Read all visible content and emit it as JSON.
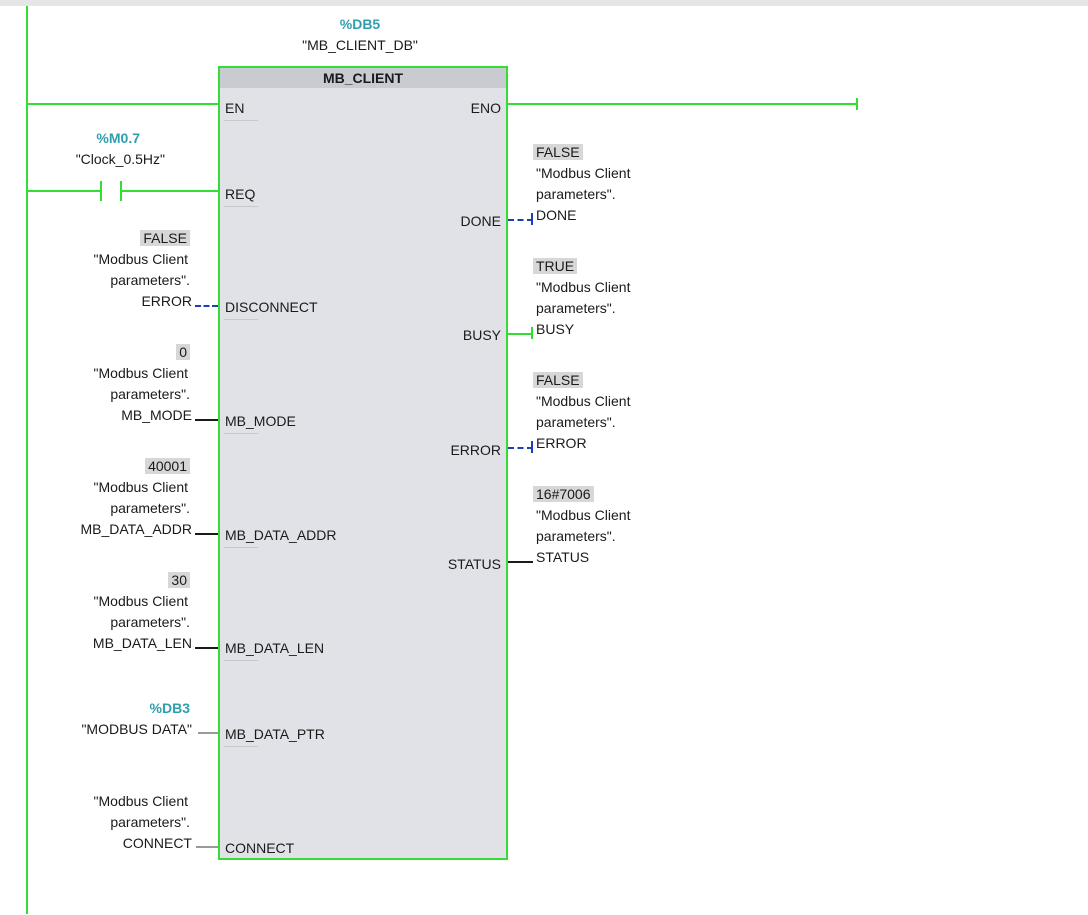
{
  "instance": {
    "db_address": "%DB5",
    "db_name": "\"MB_CLIENT_DB\""
  },
  "block": {
    "title": "MB_CLIENT",
    "inputs": {
      "en": "EN",
      "req": "REQ",
      "disconnect": "DISCONNECT",
      "mb_mode": "MB_MODE",
      "mb_data_addr": "MB_DATA_ADDR",
      "mb_data_len": "MB_DATA_LEN",
      "mb_data_ptr": "MB_DATA_PTR",
      "connect": "CONNECT"
    },
    "outputs": {
      "eno": "ENO",
      "done": "DONE",
      "busy": "BUSY",
      "error": "ERROR",
      "status": "STATUS"
    }
  },
  "req_contact": {
    "address": "%M0.7",
    "name": "\"Clock_0.5Hz\""
  },
  "input_operands": {
    "disconnect": {
      "value": "FALSE",
      "line1": "\"Modbus Client",
      "line2": "parameters\".",
      "line3": "ERROR"
    },
    "mb_mode": {
      "value": "0",
      "line1": "\"Modbus Client",
      "line2": "parameters\".",
      "line3": "MB_MODE"
    },
    "mb_data_addr": {
      "value": "40001",
      "line1": "\"Modbus Client",
      "line2": "parameters\".",
      "line3": "MB_DATA_ADDR"
    },
    "mb_data_len": {
      "value": "30",
      "line1": "\"Modbus Client",
      "line2": "parameters\".",
      "line3": "MB_DATA_LEN"
    },
    "mb_data_ptr": {
      "address": "%DB3",
      "name": "\"MODBUS DATA\""
    },
    "connect": {
      "line1": "\"Modbus Client",
      "line2": "parameters\".",
      "line3": "CONNECT"
    }
  },
  "output_operands": {
    "done": {
      "value": "FALSE",
      "line1": "\"Modbus Client",
      "line2": "parameters\".",
      "line3": "DONE"
    },
    "busy": {
      "value": "TRUE",
      "line1": "\"Modbus Client",
      "line2": "parameters\".",
      "line3": "BUSY"
    },
    "error": {
      "value": "FALSE",
      "line1": "\"Modbus Client",
      "line2": "parameters\".",
      "line3": "ERROR"
    },
    "status": {
      "value": "16#7006",
      "line1": "\"Modbus Client",
      "line2": "parameters\".",
      "line3": "STATUS"
    }
  },
  "colors": {
    "power_flow": "#33dd33",
    "false_signal": "#1d3fb4",
    "address_text": "#2f9fad",
    "block_fill": "#e1e2e8",
    "value_box": "#d7d7d7"
  }
}
